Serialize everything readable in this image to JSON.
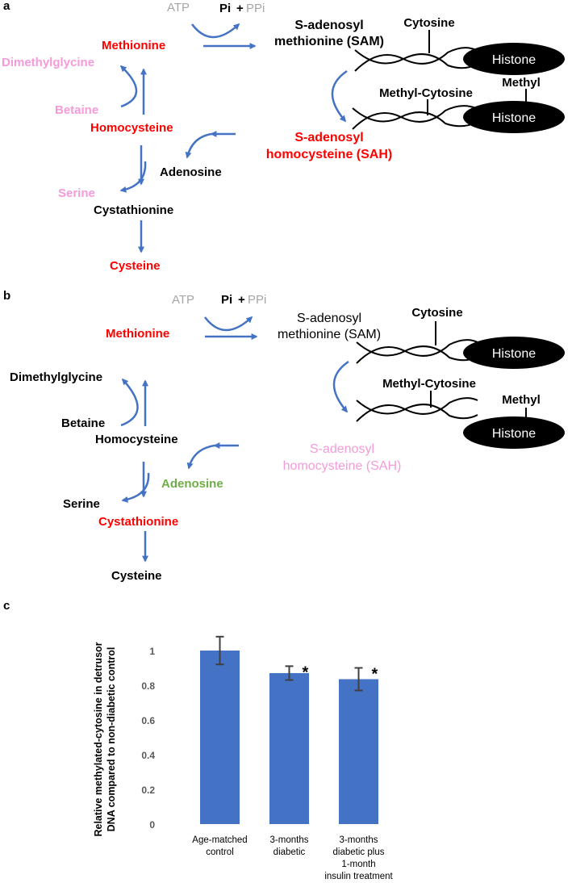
{
  "colors": {
    "red": "#ff0000",
    "pink": "#f59bd9",
    "green": "#70ad47",
    "grey": "#a6a6a6",
    "black": "#000000",
    "blue": "#4472c4",
    "errorbar": "#404040"
  },
  "panel_a": {
    "label": "a",
    "atp": "ATP",
    "pi": "Pi",
    "plus": "+",
    "ppi": "PPi",
    "sam_line1": "S-adenosyl",
    "sam_line2": "methionine (SAM)",
    "methionine": "Methionine",
    "dimethylglycine": "Dimethylglycine",
    "betaine": "Betaine",
    "homocysteine": "Homocysteine",
    "adenosine": "Adenosine",
    "serine": "Serine",
    "cystathionine": "Cystathionine",
    "cysteine": "Cysteine",
    "sah_line1": "S-adenosyl",
    "sah_line2": "homocysteine (SAH)",
    "cytosine": "Cytosine",
    "methyl_cytosine": "Methyl-Cytosine",
    "methyl": "Methyl",
    "histone_top": "Histone",
    "histone_bottom": "Histone"
  },
  "panel_b": {
    "label": "b",
    "atp": "ATP",
    "pi": "Pi",
    "plus": "+",
    "ppi": "PPi",
    "sam_line1": "S-adenosyl",
    "sam_line2": "methionine (SAM)",
    "methionine": "Methionine",
    "dimethylglycine": "Dimethylglycine",
    "betaine": "Betaine",
    "homocysteine": "Homocysteine",
    "adenosine": "Adenosine",
    "serine": "Serine",
    "cystathionine": "Cystathionine",
    "cysteine": "Cysteine",
    "sah_line1": "S-adenosyl",
    "sah_line2": "homocysteine (SAH)",
    "cytosine": "Cytosine",
    "methyl_cytosine": "Methyl-Cytosine",
    "methyl": "Methyl",
    "histone_top": "Histone",
    "histone_bottom": "Histone"
  },
  "panel_c": {
    "label": "c"
  },
  "chart_data": {
    "type": "bar",
    "categories": [
      [
        "Age-matched",
        "control"
      ],
      [
        "3-months",
        "diabetic"
      ],
      [
        "3-months",
        "diabetic plus",
        "1-month",
        "insulin treatment"
      ]
    ],
    "values": [
      1.0,
      0.87,
      0.835
    ],
    "errors": [
      0.08,
      0.04,
      0.065
    ],
    "significance": [
      "",
      "*",
      "*"
    ],
    "ylabel_line1": "Relative methylated-cytosine in detrusor",
    "ylabel_line2": "DNA compared to non-diabetic control",
    "ylim": [
      0,
      1.2
    ],
    "yticks": [
      "0",
      "0.2",
      "0.4",
      "0.6",
      "0.8",
      "1"
    ],
    "grid": false
  }
}
